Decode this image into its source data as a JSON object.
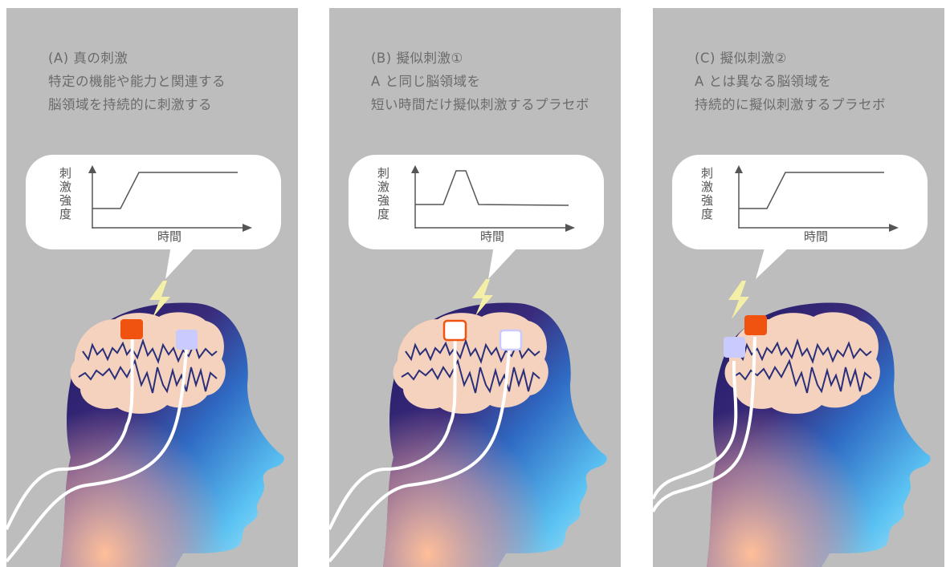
{
  "panels": [
    {
      "title": "(A) 真の刺激",
      "lines": [
        "特定の機能や能力と関連する",
        "脳領域を持続的に刺激する"
      ],
      "y_axis_label": "刺激強度",
      "x_axis_label": "時間"
    },
    {
      "title": "(B) 擬似刺激①",
      "lines": [
        "A と同じ脳領域を",
        "短い時間だけ擬似刺激するプラセボ"
      ],
      "y_axis_label": "刺激強度",
      "x_axis_label": "時間"
    },
    {
      "title": "(C) 擬似刺激②",
      "lines": [
        "A とは異なる脳領域を",
        "持続的に擬似刺激するプラセボ"
      ],
      "y_axis_label": "刺激強度",
      "x_axis_label": "時間"
    }
  ],
  "colors": {
    "background": "#bdbdbd",
    "bubble": "#ffffff",
    "brain": "#f5d2bd",
    "wave": "#2a2f7a",
    "electrode_active": "#f0530f",
    "electrode_sham": "#c9cbff",
    "lightning": "#f4efa6",
    "wire": "#ffffff"
  }
}
